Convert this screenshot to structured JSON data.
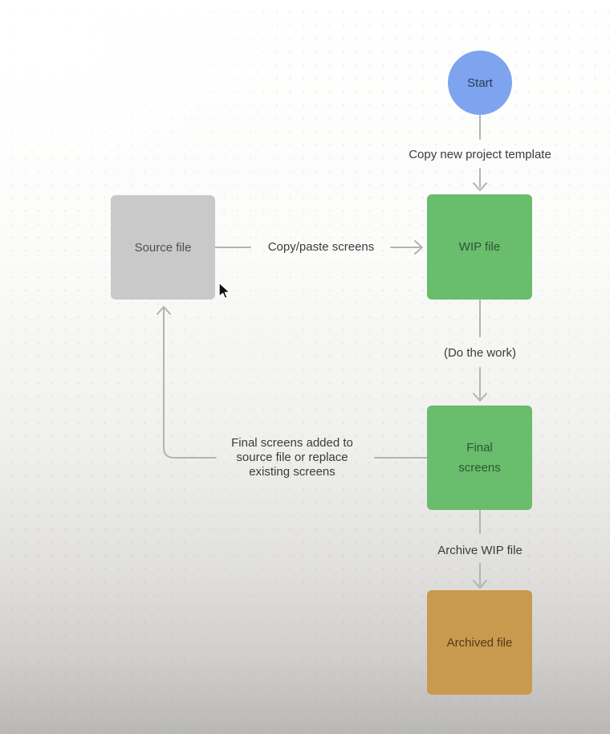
{
  "canvas": {
    "background_top_color": "#ffffff",
    "background_bottom_color": "#b9b8b6",
    "dot_grid_color": "#e4e4e4",
    "connector_color": "#b3b3b3"
  },
  "nodes": {
    "start": {
      "label": "Start",
      "shape": "circle",
      "fill": "#7ea3ef",
      "text_color": "#243b53"
    },
    "source": {
      "label": "Source file",
      "shape": "square",
      "fill": "#c9c9c9",
      "text_color": "#4f4f4f"
    },
    "wip": {
      "label": "WIP file",
      "shape": "square",
      "fill": "#69bd6c",
      "text_color": "#2d5635"
    },
    "final": {
      "label": "Final screens",
      "shape": "square",
      "fill": "#69bd6c",
      "text_color": "#2d5635"
    },
    "archived": {
      "label": "Archived file",
      "shape": "square",
      "fill": "#c9994e",
      "text_color": "#55391a"
    }
  },
  "connectors": {
    "start_to_wip": {
      "label": "Copy new project template"
    },
    "source_to_wip": {
      "label": "Copy/paste screens"
    },
    "wip_to_final": {
      "label": "(Do the work)"
    },
    "final_to_source": {
      "label_lines": [
        "Final screens added to",
        "source file or replace",
        "existing screens"
      ]
    },
    "final_to_archived": {
      "label": "Archive WIP file"
    }
  },
  "icons": {
    "cursor": "mouse-pointer-icon"
  }
}
